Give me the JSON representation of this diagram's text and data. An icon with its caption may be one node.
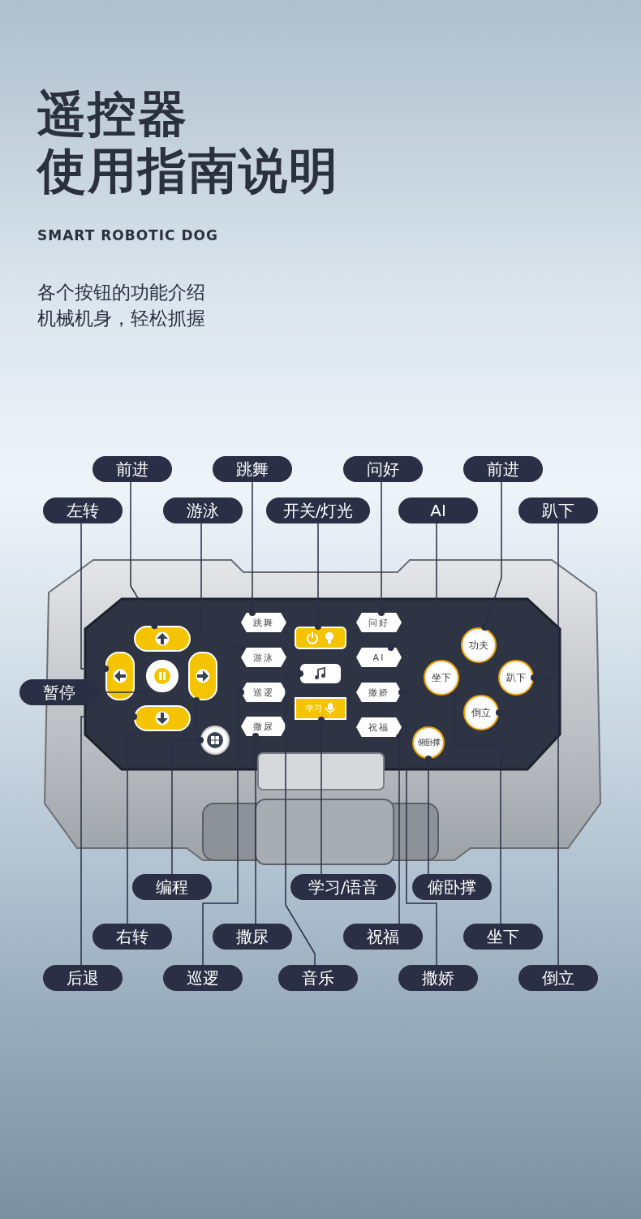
{
  "diagram": {
    "title": "遥控器",
    "nodes": [
      {
        "text": [
          "前进"
        ]
      },
      {
        "text": [
          "跳舞"
        ]
      },
      {
        "text": [
          "问好"
        ]
      },
      {
        "text": [
          "前进"
        ]
      },
      {
        "text": [
          "左转"
        ]
      },
      {
        "text": [
          "游泳"
        ]
      },
      {
        "text": [
          "开关/灯光"
        ]
      },
      {
        "text": [
          "AI"
        ]
      },
      {
        "text": [
          "趴下"
        ]
      },
      {
        "text": [
          "暂停"
        ]
      },
      {
        "text": [
          "编程"
        ]
      },
      {
        "text": [
          "学习/语音"
        ]
      },
      {
        "text": [
          "俯卧撑"
        ]
      },
      {
        "text": [
          "右转"
        ]
      },
      {
        "text": [
          "撒尿"
        ]
      },
      {
        "text": [
          "祝福"
        ]
      },
      {
        "text": [
          "坐下"
        ]
      },
      {
        "text": [
          "后退"
        ]
      },
      {
        "text": [
          "巡逻"
        ]
      },
      {
        "text": [
          "音乐"
        ]
      },
      {
        "text": [
          "撒娇"
        ]
      },
      {
        "text": [
          "倒立"
        ]
      },
      {
        "text": [],
        "shape": "box"
      },
      {
        "text": [
          "跳舞"
        ]
      },
      {
        "text": [
          "问好"
        ]
      },
      {
        "text": [],
        "shape": "box"
      },
      {
        "text": [
          "功夫"
        ]
      },
      {
        "text": [],
        "shape": "box"
      },
      {
        "text": [],
        "shape": "circle"
      },
      {
        "text": [],
        "shape": "box"
      },
      {
        "text": [
          "游泳"
        ]
      },
      {
        "text": [
          "AI"
        ]
      },
      {
        "text": [],
        "shape": "box"
      },
      {
        "text": [
          "坐下"
        ]
      },
      {
        "text": [
          "趴下"
        ]
      },
      {
        "text": [
          "巡逻"
        ]
      },
      {
        "text": [
          "撒娇"
        ]
      },
      {
        "text": [
          "学习"
        ]
      },
      {
        "text": [
          "倒立"
        ]
      },
      {
        "text": [],
        "shape": "box"
      },
      {
        "text": [
          "撒尿"
        ]
      },
      {
        "text": [
          "祝福"
        ]
      },
      {
        "text": [],
        "shape": "circle"
      },
      {
        "text": [
          "俯卧撑"
        ]
      }
    ],
    "edges": [
      {
        "from": 0,
        "to": 22,
        "arrow": "other"
      },
      {
        "from": 1,
        "to": 23,
        "arrow": "other"
      },
      {
        "from": 2,
        "to": 24,
        "arrow": "other"
      },
      {
        "from": 3,
        "to": 26,
        "arrow": "other"
      },
      {
        "from": 4,
        "to": 27,
        "arrow": "other"
      },
      {
        "from": 5,
        "to": 30,
        "arrow": "other"
      },
      {
        "from": 6,
        "to": 25,
        "arrow": "other"
      },
      {
        "from": 7,
        "to": 31,
        "arrow": "other"
      },
      {
        "from": 8,
        "to": 34,
        "arrow": "other"
      },
      {
        "from": 9,
        "to": 28,
        "arrow": "other"
      },
      {
        "from": 10,
        "to": 42,
        "arrow": "other"
      },
      {
        "from": 11,
        "to": 37,
        "arrow": "other"
      },
      {
        "from": 12,
        "to": 43,
        "arrow": "other"
      },
      {
        "from": 13,
        "to": 29,
        "arrow": "other"
      },
      {
        "from": 14,
        "to": 40,
        "arrow": "other"
      },
      {
        "from": 15,
        "to": 41,
        "arrow": "other"
      },
      {
        "from": 16,
        "to": 33,
        "arrow": "other"
      },
      {
        "from": 17,
        "to": 39,
        "arrow": "other"
      },
      {
        "from": 18,
        "to": 35,
        "arrow": "other"
      },
      {
        "from": 19,
        "to": 32,
        "arrow": "other"
      },
      {
        "from": 20,
        "to": 36,
        "arrow": "other"
      },
      {
        "from": 21,
        "to": 38,
        "arrow": "other"
      }
    ],
    "labels": [
      "使用指南说明",
      "SMART ROBOTIC DOG",
      "各个按钮的功能介绍",
      "机械机身，轻松抓握"
    ]
  }
}
